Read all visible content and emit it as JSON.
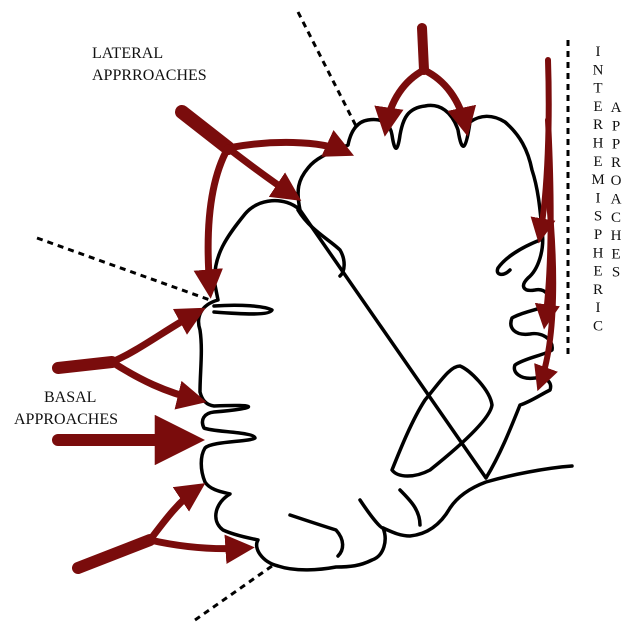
{
  "labels": {
    "lateral_line1": "LATERAL",
    "lateral_line2": "APPRROACHES",
    "basal_line1": "BASAL",
    "basal_line2": "APPROACHES",
    "interhemispheric": [
      "I",
      "N",
      "T",
      "E",
      "R",
      "H",
      "E",
      "M",
      "I",
      "S",
      "P",
      "H",
      "E",
      "R",
      "I",
      "C"
    ],
    "approaches_vertical": [
      "A",
      "P",
      "P",
      "R",
      "O",
      "A",
      "C",
      "H",
      "E",
      "S"
    ]
  },
  "colors": {
    "arrow": "#7a0c0c",
    "outline": "#000000",
    "divider": "#000000"
  }
}
